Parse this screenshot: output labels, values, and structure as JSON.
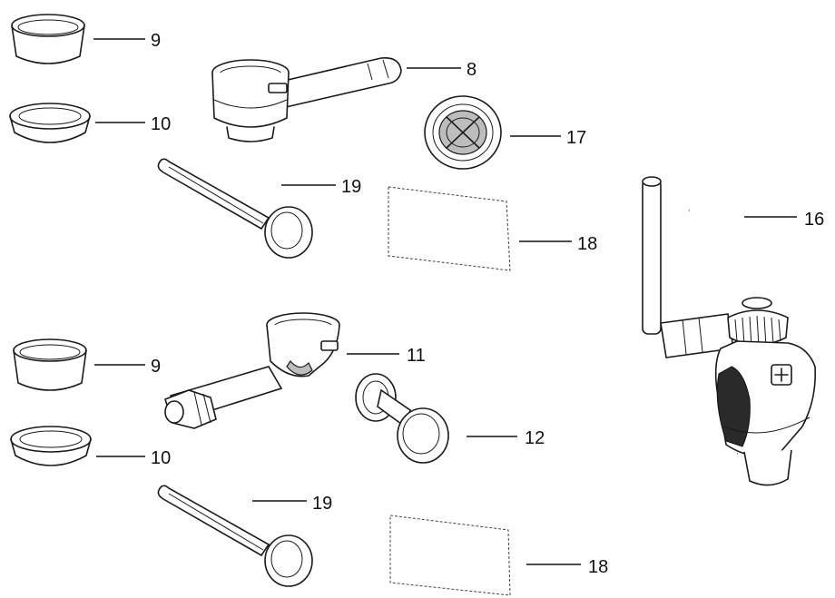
{
  "callouts": {
    "c9_top": "9",
    "c8": "8",
    "c10_top": "10",
    "c17": "17",
    "c19_top": "19",
    "c16": "16",
    "c18_top": "18",
    "c11": "11",
    "c9_bottom": "9",
    "c12": "12",
    "c10_bottom": "10",
    "c19_bottom": "19",
    "c18_bottom": "18"
  },
  "colors": {
    "line": "#1a1a1a",
    "accent_dark": "#2a2a2a",
    "fill_grey": "#bdbdbd",
    "background": "#ffffff"
  }
}
